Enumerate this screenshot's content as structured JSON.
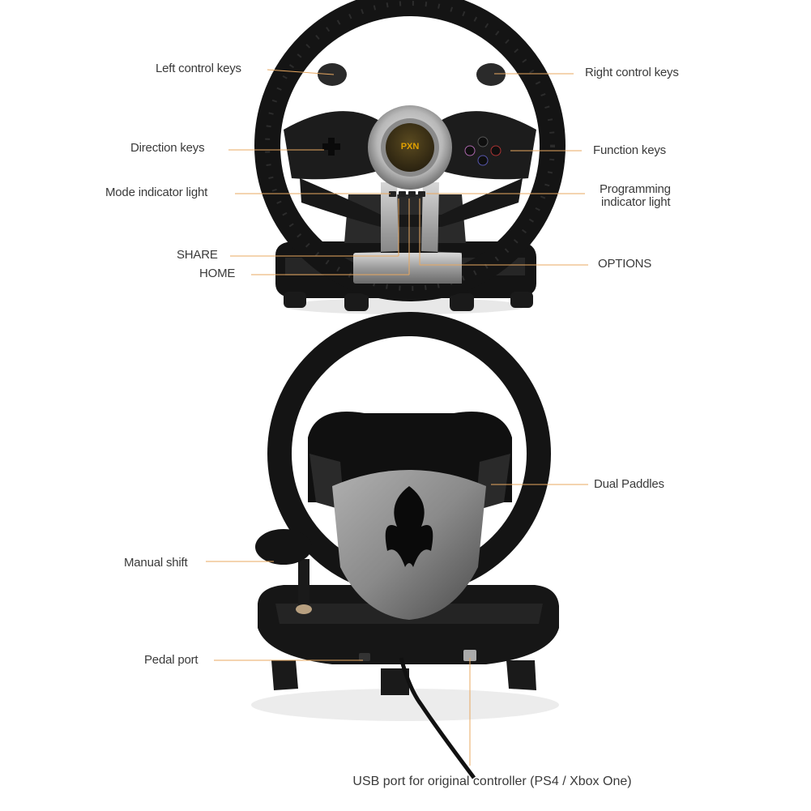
{
  "colors": {
    "leader": "#e8a860",
    "body": "#1c1c1c",
    "silver": "#a8a8a8",
    "logo": "#e0a000",
    "text": "#3a3a3a"
  },
  "labels": {
    "left_control_keys": "Left control keys",
    "right_control_keys": "Right control keys",
    "direction_keys": "Direction keys",
    "function_keys": "Function keys",
    "mode_indicator_light": "Mode indicator light",
    "programming_indicator_light_1": "Programming",
    "programming_indicator_light_2": "indicator light",
    "share": "SHARE",
    "home": "HOME",
    "options": "OPTIONS",
    "dual_paddles": "Dual Paddles",
    "manual_shift": "Manual shift",
    "pedal_port": "Pedal port",
    "usb_port": "USB port for original controller (PS4 / Xbox One)"
  },
  "logo_text": "PXN"
}
